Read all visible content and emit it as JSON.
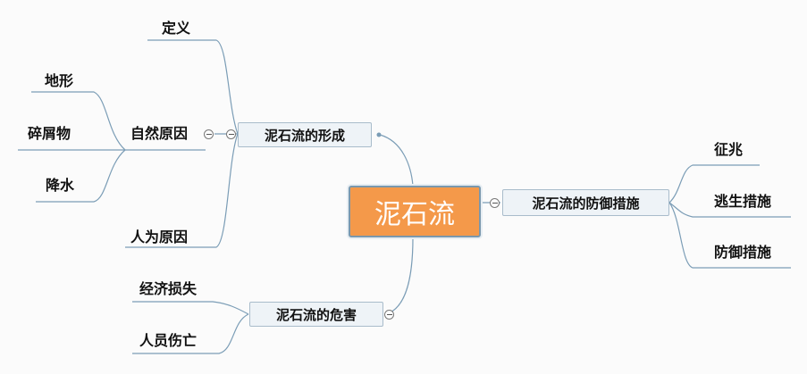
{
  "root": {
    "label": "泥石流"
  },
  "branches": {
    "formation": {
      "label": "泥石流的形成",
      "children": {
        "definition": "定义",
        "natural": {
          "label": "自然原因",
          "children": [
            "地形",
            "碎屑物",
            "降水"
          ]
        },
        "human": "人为原因"
      }
    },
    "harm": {
      "label": "泥石流的危害",
      "children": [
        "经济损失",
        "人员伤亡"
      ]
    },
    "defense": {
      "label": "泥石流的防御措施",
      "children": [
        "征兆",
        "逃生措施",
        "防御措施"
      ]
    }
  },
  "colors": {
    "root_fill": "#f4994a",
    "line": "#7b9db6",
    "box_fill": "#eef3f7"
  }
}
